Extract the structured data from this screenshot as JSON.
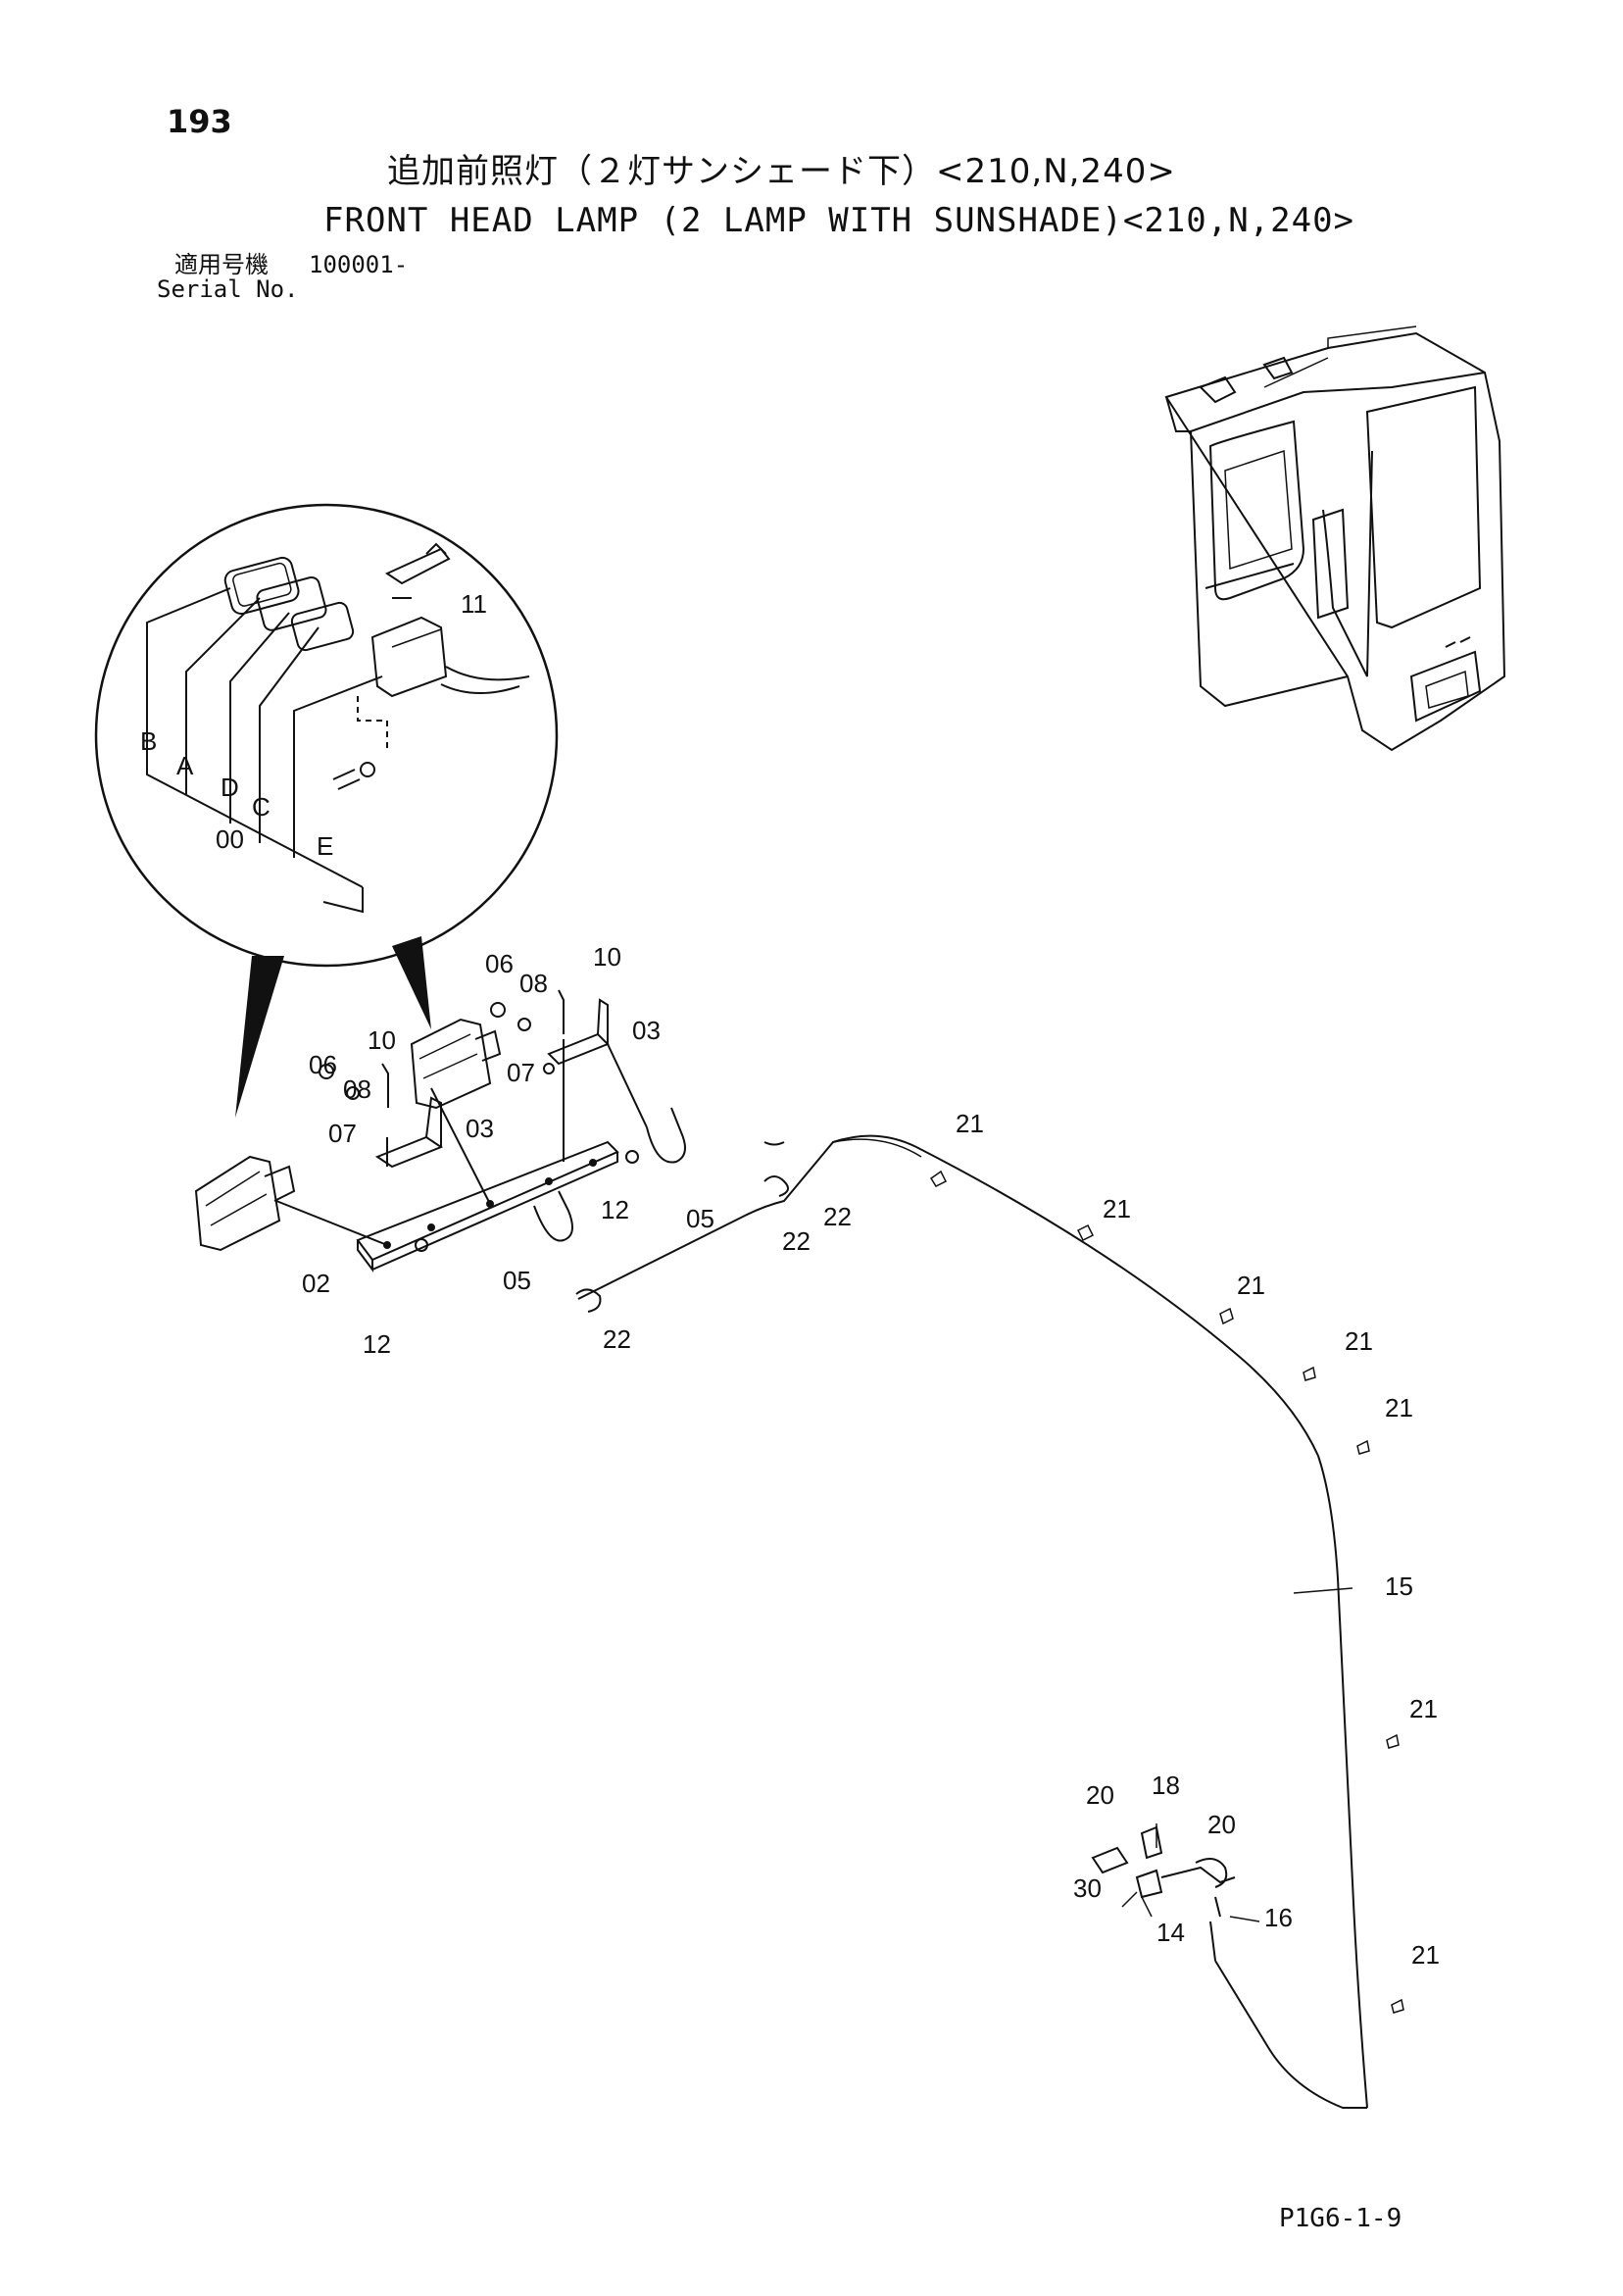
{
  "header": {
    "page_number": "193",
    "title_jp": "追加前照灯（２灯サンシェード下）<210,N,240>",
    "title_en": "FRONT HEAD LAMP (2 LAMP WITH SUNSHADE)<210,N,240>",
    "serial_label_jp": "適用号機",
    "serial_value": "100001-",
    "serial_label_en": "Serial No."
  },
  "footer": {
    "page_code": "P1G6-1-9"
  },
  "callouts": {
    "detail": {
      "b": "B",
      "a": "A",
      "d": "D",
      "c": "C",
      "oo": "00",
      "e": "E",
      "p11": "11"
    },
    "parts": {
      "p06a": "06",
      "p08a": "08",
      "p10a": "10",
      "p03a": "03",
      "p07a": "07",
      "p06b": "06",
      "p08b": "08",
      "p10b": "10",
      "p03b": "03",
      "p07b": "07",
      "p05a": "05",
      "p05b": "05",
      "p12a": "12",
      "p12b": "12",
      "p02": "02",
      "p22a": "22",
      "p22b": "22",
      "p22c": "22",
      "p21a": "21",
      "p21b": "21",
      "p21c": "21",
      "p21d": "21",
      "p21e": "21",
      "p21f": "21",
      "p21g": "21",
      "p15": "15",
      "p20a": "20",
      "p18": "18",
      "p20b": "20",
      "p30": "30",
      "p14": "14",
      "p16": "16"
    }
  }
}
